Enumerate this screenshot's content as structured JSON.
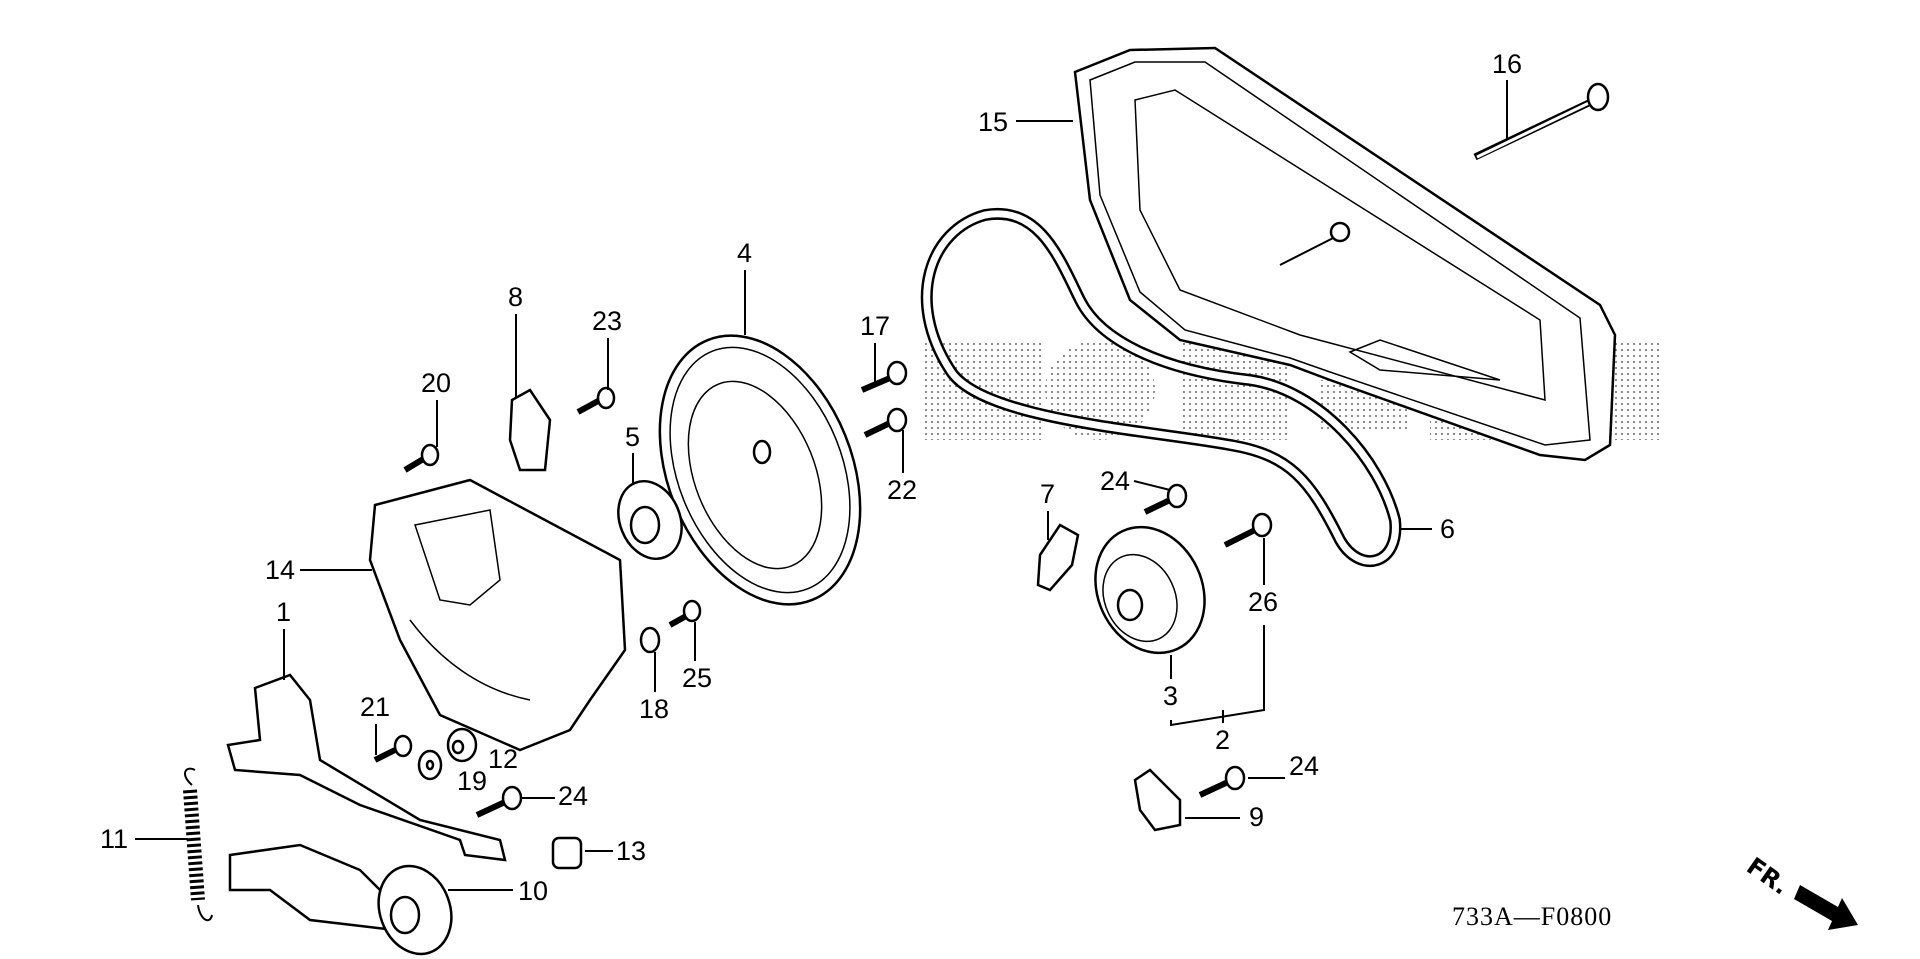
{
  "diagram": {
    "title": "Honda parts diagram - belt drive assembly",
    "watermark": "HONDA",
    "figure_code": "733A—F0800",
    "direction_label": "FR.",
    "direction_icon": "front-arrow-icon",
    "callouts": [
      {
        "ref": "1",
        "part": "tension arm bracket"
      },
      {
        "ref": "2",
        "part": "idler pulley assembly"
      },
      {
        "ref": "3",
        "part": "idler pulley"
      },
      {
        "ref": "4",
        "part": "drive pulley"
      },
      {
        "ref": "5",
        "part": "pulley hub"
      },
      {
        "ref": "6",
        "part": "v-belt"
      },
      {
        "ref": "7",
        "part": "belt guide bracket"
      },
      {
        "ref": "8",
        "part": "belt guide"
      },
      {
        "ref": "9",
        "part": "belt guide plate"
      },
      {
        "ref": "10",
        "part": "tension pulley arm"
      },
      {
        "ref": "11",
        "part": "tension spring"
      },
      {
        "ref": "12",
        "part": "collar"
      },
      {
        "ref": "13",
        "part": "rubber stopper"
      },
      {
        "ref": "14",
        "part": "inner belt cover"
      },
      {
        "ref": "15",
        "part": "belt cover"
      },
      {
        "ref": "16",
        "part": "cover bolt"
      },
      {
        "ref": "17",
        "part": "flange bolt"
      },
      {
        "ref": "18",
        "part": "washer"
      },
      {
        "ref": "19",
        "part": "washer"
      },
      {
        "ref": "20",
        "part": "flange bolt"
      },
      {
        "ref": "21",
        "part": "flange bolt"
      },
      {
        "ref": "22",
        "part": "flange bolt"
      },
      {
        "ref": "23",
        "part": "flange bolt"
      },
      {
        "ref": "24a",
        "label": "24",
        "part": "flange bolt"
      },
      {
        "ref": "24b",
        "label": "24",
        "part": "flange bolt"
      },
      {
        "ref": "24c",
        "label": "24",
        "part": "flange bolt"
      },
      {
        "ref": "25",
        "part": "flange bolt"
      },
      {
        "ref": "26",
        "part": "flange bolt"
      }
    ]
  }
}
